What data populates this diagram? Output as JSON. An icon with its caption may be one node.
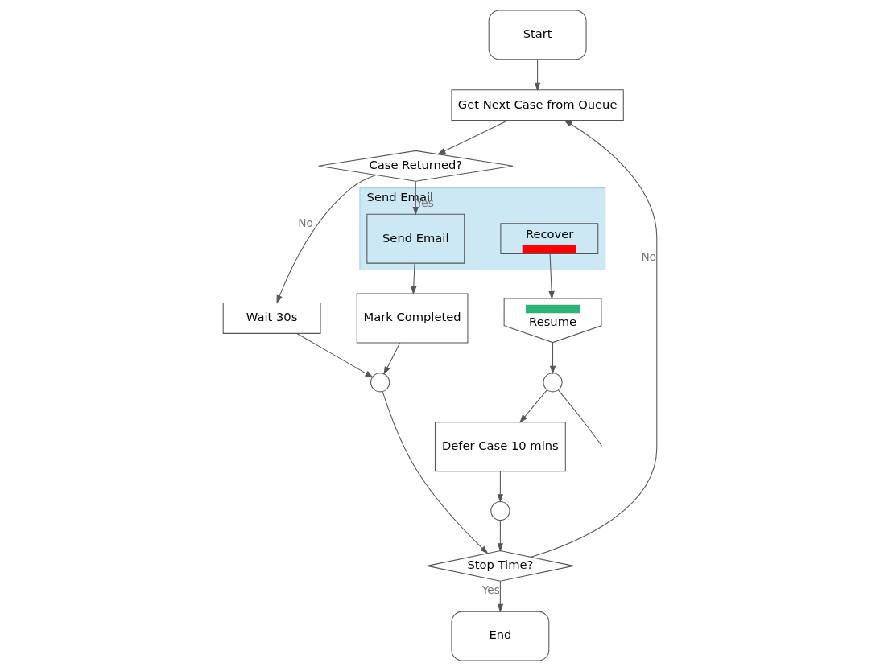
{
  "diagram": {
    "nodes": [
      {
        "text": [
          "Start"
        ]
      },
      {
        "text": [
          "End"
        ]
      },
      {
        "text": [
          "Get Next Case from Queue"
        ]
      },
      {
        "text": [
          "Stop Time?"
        ]
      },
      {
        "text": [],
        "shape": "circle"
      },
      {
        "text": [
          "Case Returned?"
        ]
      },
      {
        "text": [
          "Wait 30s"
        ]
      },
      {
        "text": [],
        "shape": "circle"
      },
      {
        "text": [
          "Send Email"
        ]
      },
      {
        "text": [
          "Send Email"
        ],
        "in": 8
      },
      {
        "text": [
          "Mark Completed"
        ]
      },
      {
        "text": [
          "Defer Case 10 mins"
        ]
      },
      {
        "text": [
          "Recover"
        ],
        "in": 8
      },
      {
        "text": [
          "Resume"
        ]
      },
      {
        "text": [],
        "shape": "circle"
      }
    ],
    "edges": [
      {
        "from": 0,
        "to": 2,
        "arrow": "to"
      },
      {
        "from": 2,
        "to": 5,
        "arrow": "to"
      },
      {
        "from": 5,
        "to": 6,
        "label": "No",
        "arrow": "to"
      },
      {
        "from": 5,
        "to": 9,
        "label": "Yes",
        "arrow": "to"
      },
      {
        "from": 6,
        "to": 7,
        "arrow": "to"
      },
      {
        "from": 10,
        "to": 7,
        "arrow": "to"
      },
      {
        "from": 7,
        "to": 3,
        "arrow": "to"
      },
      {
        "from": 3,
        "to": 1,
        "label": "Yes",
        "arrow": "to"
      },
      {
        "from": 3,
        "to": 2,
        "label": "No",
        "arrow": "to"
      },
      {
        "from": 4,
        "to": 3,
        "arrow": "to"
      },
      {
        "from": 9,
        "to": 10,
        "arrow": "to"
      },
      {
        "from": 12,
        "to": 13,
        "arrow": "to"
      },
      {
        "from": 13,
        "to": 14,
        "arrow": "to"
      },
      {
        "from": 14,
        "to": 11,
        "arrow": "to"
      },
      {
        "from": 11,
        "to": 4,
        "arrow": "to"
      },
      {
        "from": 14,
        "to": null,
        "arrow": "none"
      }
    ]
  }
}
